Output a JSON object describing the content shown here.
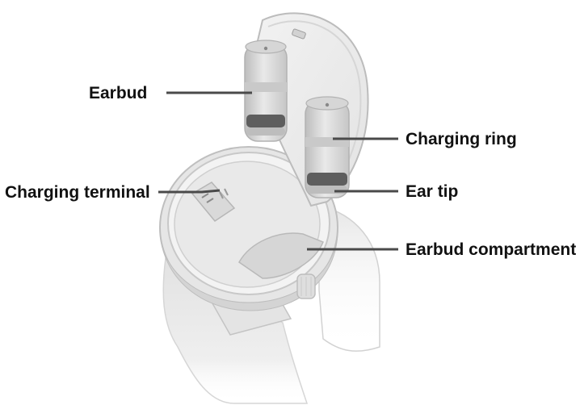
{
  "labels": {
    "earbud": "Earbud",
    "charging_ring": "Charging ring",
    "charging_terminal": "Charging terminal",
    "ear_tip": "Ear tip",
    "earbud_compartment": "Earbud compartment"
  },
  "colors": {
    "leader_line": "#4a4a4a",
    "label_text": "#111111",
    "device_outline": "#bdbdbd",
    "device_fill": "#eeeeee",
    "device_shadow": "#cfcfcf",
    "dark_band": "#5e5e5e"
  }
}
